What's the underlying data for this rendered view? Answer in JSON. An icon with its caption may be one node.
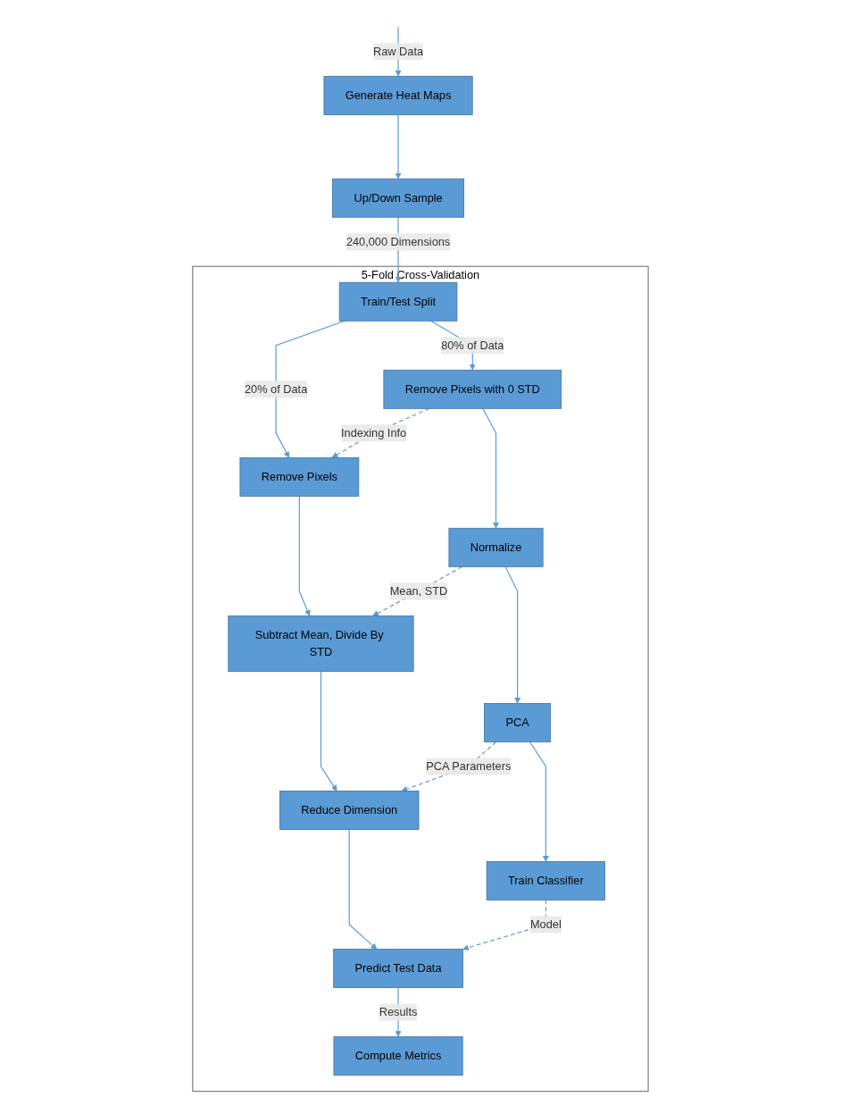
{
  "diagram": {
    "nodes": [
      {
        "text": [
          "Generate Heat Maps"
        ]
      },
      {
        "text": [
          "Up/Down Sample"
        ]
      },
      {
        "text": [
          "5-Fold Cross-Validation"
        ]
      },
      {
        "text": [
          "Train/Test Split"
        ],
        "in": 2
      },
      {
        "text": [
          "Remove Pixels with 0 STD"
        ],
        "in": 2
      },
      {
        "text": [
          "Remove Pixels"
        ],
        "in": 2
      },
      {
        "text": [
          "Normalize"
        ],
        "in": 2
      },
      {
        "text": [
          "Subtract Mean, Divide By STD"
        ],
        "in": 2
      },
      {
        "text": [
          "PCA"
        ],
        "in": 2
      },
      {
        "text": [
          "Reduce Dimension"
        ],
        "in": 2
      },
      {
        "text": [
          "Train Classifier"
        ],
        "in": 2
      },
      {
        "text": [
          "Predict Test Data"
        ],
        "in": 2
      },
      {
        "text": [
          "Compute Metrics"
        ],
        "in": 2
      }
    ],
    "edges": [
      {
        "from": null,
        "to": 0,
        "arrow": "to",
        "label": "Raw Data"
      },
      {
        "from": 0,
        "to": 1,
        "arrow": "to"
      },
      {
        "from": 1,
        "to": 3,
        "arrow": "to",
        "label": "240,000 Dimensions"
      },
      {
        "from": 3,
        "to": 5,
        "arrow": "to",
        "label": "20% of Data"
      },
      {
        "from": 3,
        "to": 4,
        "arrow": "to",
        "label": "80% of Data"
      },
      {
        "from": 4,
        "to": 5,
        "arrow": "to",
        "label": "Indexing Info",
        "style": "dashed"
      },
      {
        "from": 4,
        "to": 6,
        "arrow": "to"
      },
      {
        "from": 5,
        "to": 7,
        "arrow": "to"
      },
      {
        "from": 6,
        "to": 7,
        "arrow": "to",
        "label": "Mean, STD",
        "style": "dashed"
      },
      {
        "from": 6,
        "to": 8,
        "arrow": "to"
      },
      {
        "from": 7,
        "to": 9,
        "arrow": "to"
      },
      {
        "from": 8,
        "to": 9,
        "arrow": "to",
        "label": "PCA Parameters",
        "style": "dashed"
      },
      {
        "from": 8,
        "to": 10,
        "arrow": "to"
      },
      {
        "from": 10,
        "to": 11,
        "arrow": "to",
        "label": "Model",
        "style": "dashed"
      },
      {
        "from": 9,
        "to": 11,
        "arrow": "to"
      },
      {
        "from": 11,
        "to": 12,
        "arrow": "to",
        "label": "Results"
      }
    ]
  }
}
